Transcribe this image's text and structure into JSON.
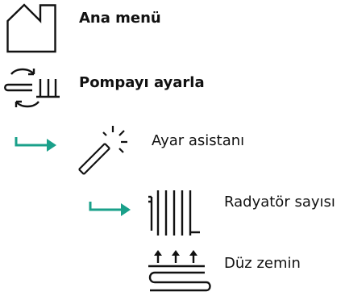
{
  "menu": {
    "items": [
      {
        "label": "Ana menü",
        "icon": "home-icon"
      },
      {
        "label": "Pompayı ayarla",
        "icon": "pump-settings-icon"
      },
      {
        "label": "Ayar asistanı",
        "icon": "magic-wand-icon"
      },
      {
        "label": "Radyatör sayısı",
        "icon": "radiator-icon"
      },
      {
        "label": "Düz zemin",
        "icon": "underfloor-heating-icon"
      }
    ]
  },
  "colors": {
    "accent": "#1aa08a",
    "ink": "#111111"
  }
}
